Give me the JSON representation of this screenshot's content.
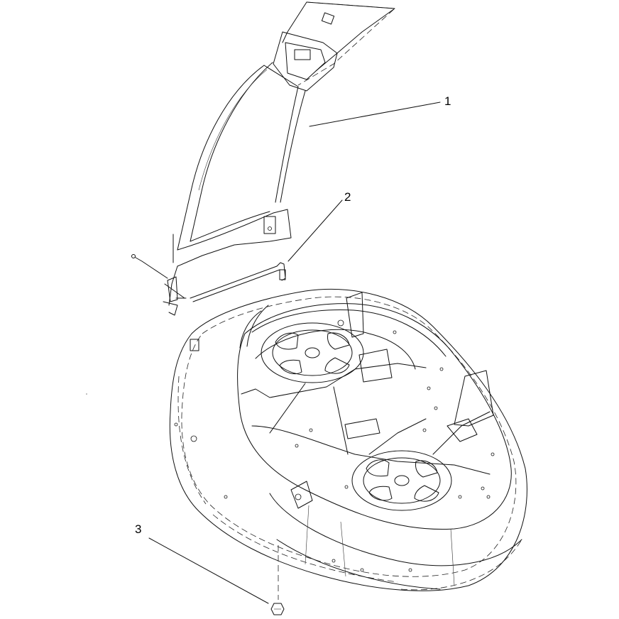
{
  "diagram": {
    "type": "exploded-parts-view",
    "callouts": [
      {
        "id": "1",
        "label": "1"
      },
      {
        "id": "2",
        "label": "2"
      },
      {
        "id": "3",
        "label": "3"
      }
    ]
  }
}
